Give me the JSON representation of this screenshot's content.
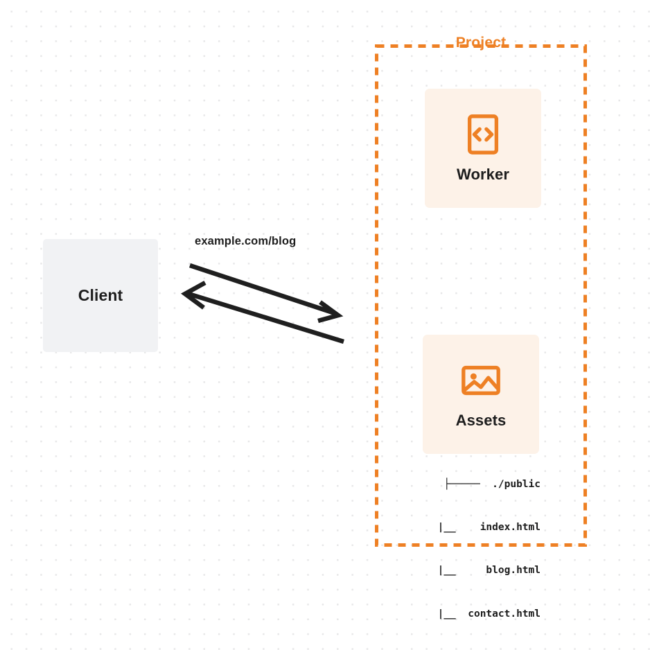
{
  "diagram": {
    "title": "Client to Cloudflare Project request flow",
    "colors": {
      "accent_orange": "#ee8024",
      "card_background": "#fdf2e8",
      "client_background": "#f1f2f4",
      "text_dark": "#1d1d1d",
      "canvas_background": "#ffffff",
      "grid_dot": "#e7e7e8",
      "arrow_stroke": "#1f1f1f"
    }
  },
  "client": {
    "label": "Client",
    "icon": "client-box"
  },
  "connection": {
    "label": "example.com/blog",
    "request_direction": "client-to-project",
    "response_direction": "project-to-client"
  },
  "project": {
    "title": "Project",
    "nodes": [
      {
        "id": "worker",
        "label": "Worker",
        "icon": "code-brackets-icon"
      },
      {
        "id": "assets",
        "label": "Assets",
        "icon": "image-picture-icon"
      }
    ]
  },
  "file_tree": {
    "lines": [
      "├─────  ./public",
      "     |__    index.html",
      "     |__     blog.html",
      "     |__  contact.html"
    ],
    "root": "./public",
    "files": [
      "index.html",
      "blog.html",
      "contact.html"
    ]
  }
}
